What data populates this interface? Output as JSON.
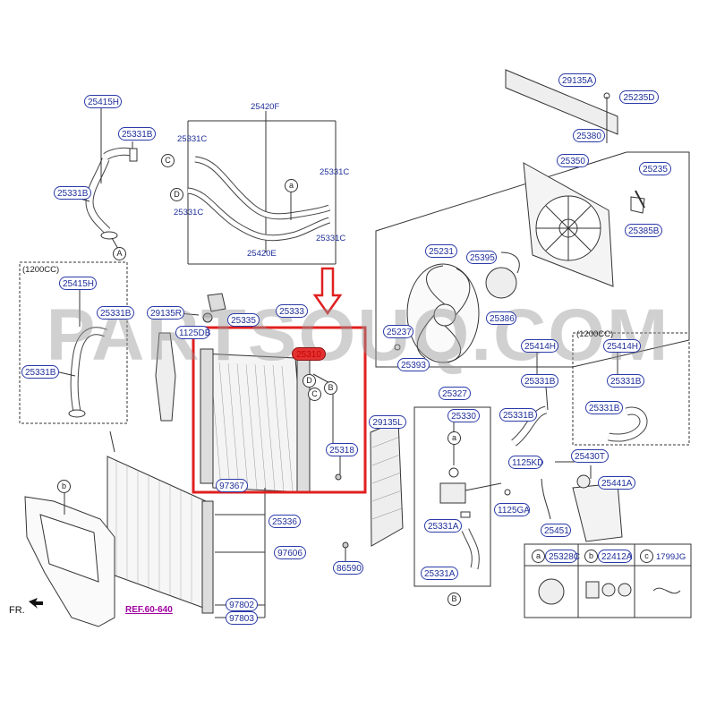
{
  "labels": {
    "l25415H_a": "25415H",
    "l25331B_a": "25331B",
    "l25331B_b": "25331B",
    "l25420F": "25420F",
    "l25331C_a": "25331C",
    "l25331C_b": "25331C",
    "l25331C_c": "25331C",
    "l25331C_d": "25331C",
    "l25420E": "25420E",
    "l1200CC_left": "(1200CC)",
    "l25415H_b": "25415H",
    "l25331B_c": "25331B",
    "l25331B_d": "25331B",
    "l29135R": "29135R",
    "l25333": "25333",
    "l25335": "25335",
    "l1125DB": "1125DB",
    "l25310": "25310",
    "l25318": "25318",
    "l97367": "97367",
    "l25336": "25336",
    "l97606": "97606",
    "l97802": "97802",
    "l97803": "97803",
    "lref": "REF.60-640",
    "lFR": "FR.",
    "l29135A": "29135A",
    "l25235D": "25235D",
    "l25380": "25380",
    "l25350": "25350",
    "l25235": "25235",
    "l25385B": "25385B",
    "l25231": "25231",
    "l25395": "25395",
    "l25386": "25386",
    "l25237": "25237",
    "l25393": "25393",
    "l1200CC_right": "(1200CC)",
    "l25414H_a": "25414H",
    "l25414H_b": "25414H",
    "l25331B_e": "25331B",
    "l25331B_f": "25331B",
    "l25331B_g": "25331B",
    "l25331B_h": "25331B",
    "l25327": "25327",
    "l25330": "25330",
    "l29135L": "29135L",
    "l1125KD": "1125KD",
    "l25430T": "25430T",
    "l25441A": "25441A",
    "l1125GA": "1125GA",
    "l25451": "25451",
    "l25331A_a": "25331A",
    "l25331A_b": "25331A",
    "l86590": "86590",
    "l25328C": "25328C",
    "l22412A": "22412A",
    "l1799JG": "1799JG"
  },
  "callouts": {
    "A": "A",
    "B": "B",
    "C": "C",
    "D": "D",
    "a": "a",
    "b": "b",
    "c": "c"
  },
  "watermark": "PARTSOUQ.COM",
  "highlight_color": "#e02020",
  "label_color": "#1f2f9a"
}
